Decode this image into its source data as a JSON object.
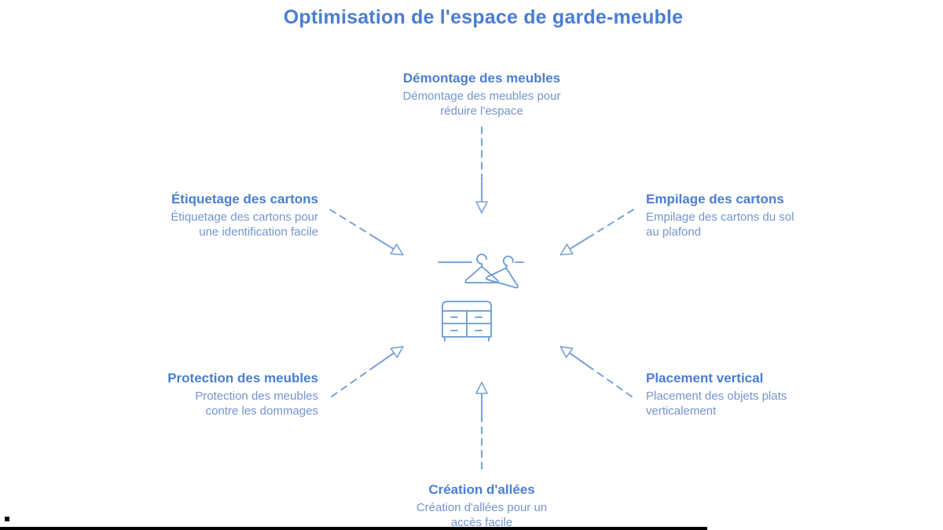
{
  "title": "Optimisation de l'espace de garde-meuble",
  "nodes": {
    "top": {
      "label": "Démontage des meubles",
      "description": "Démontage des meubles pour réduire l'espace"
    },
    "left_upper": {
      "label": "Étiquetage des cartons",
      "description": "Étiquetage des cartons pour une identification facile"
    },
    "right_upper": {
      "label": "Empilage des cartons",
      "description": "Empilage des cartons du sol au plafond"
    },
    "left_lower": {
      "label": "Protection des meubles",
      "description": "Protection des meubles contre les dommages"
    },
    "right_lower": {
      "label": "Placement vertical",
      "description": "Placement des objets plats verticalement"
    },
    "bottom": {
      "label": "Création d'allées",
      "description": "Création d'allées pour un accès facile"
    }
  },
  "center_icon": "dresser-with-hangers",
  "stray_text": ".",
  "colors": {
    "title": "#4a7ed2",
    "heading": "#4a7ed2",
    "description": "#7394cf",
    "arrow": "#7ba1da",
    "icon": "#699ad8",
    "footer_bar": "#000000",
    "background": "#ffffff"
  }
}
